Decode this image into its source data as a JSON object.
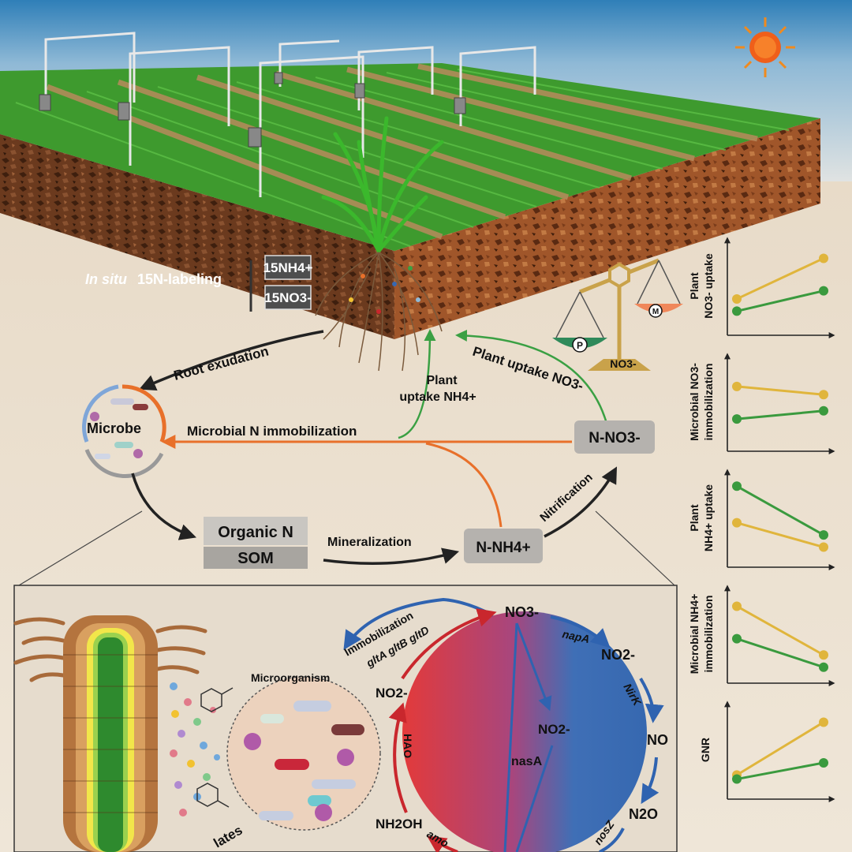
{
  "labels": {
    "in_situ": "In situ",
    "n15_labeling": "15N-labeling",
    "nh4_tag": "15NH4+",
    "no3_tag": "15NO3-",
    "root_exudation": "Root exudation",
    "microbe": "Microbe",
    "microbial_n_immobilization": "Microbial N immobilization",
    "plant_uptake_nh4_line1": "Plant",
    "plant_uptake_nh4_line2": "uptake NH4+",
    "plant_uptake_no3": "Plant uptake NO3-",
    "n_no3": "N-NO3-",
    "organic_n": "Organic N",
    "som": "SOM",
    "mineralization": "Mineralization",
    "n_nh4": "N-NH4+",
    "nitrification": "Nitrification",
    "balance_p": "P",
    "balance_m": "M",
    "balance_no3": "NO3-"
  },
  "cycle": {
    "no3_top": "NO3-",
    "no2_right": "NO2-",
    "no": "NO",
    "n2o": "N2O",
    "no2_inner": "NO2-",
    "no2_left": "NO2-",
    "nh2oh": "NH2OH",
    "napA": "napA",
    "nirK": "NirK",
    "nosZ": "nosZ",
    "nasA": "nasA",
    "hao": "HAO",
    "amo": "amo",
    "immobilization": "Immobilization",
    "genes": "gltA gltB gltD",
    "microorganism": "Microorganism",
    "exudates_partial": "lates"
  },
  "mini_charts": [
    {
      "ylabel_1": "Plant",
      "ylabel_2": "NO3- uptake",
      "gold": [
        0.35,
        0.85
      ],
      "green": [
        0.2,
        0.45
      ]
    },
    {
      "ylabel_1": "Microbial NO3-",
      "ylabel_2": "immobilization",
      "gold": [
        0.7,
        0.6
      ],
      "green": [
        0.3,
        0.4
      ]
    },
    {
      "ylabel_1": "Plant",
      "ylabel_2": "NH4+ uptake",
      "gold": [
        0.45,
        0.15
      ],
      "green": [
        0.9,
        0.3
      ]
    },
    {
      "ylabel_1": "Microbial NH4+",
      "ylabel_2": "immobilization",
      "gold": [
        0.85,
        0.25
      ],
      "green": [
        0.45,
        0.1
      ]
    },
    {
      "ylabel_1": "GNR",
      "ylabel_2": "",
      "gold": [
        0.2,
        0.85
      ],
      "green": [
        0.15,
        0.35
      ]
    }
  ],
  "colors": {
    "sky_top": "#2f7fb8",
    "sky_bottom": "#e2e7e8",
    "grass": "#2f9a2a",
    "soil": "#6b3a1e",
    "arrow_black": "#222222",
    "arrow_orange": "#e8702a",
    "arrow_green": "#3aa043",
    "arrow_blue": "#2f63b0",
    "arrow_red": "#c9272d",
    "series_gold": "#e0b53c",
    "series_green": "#3a9a3e"
  }
}
